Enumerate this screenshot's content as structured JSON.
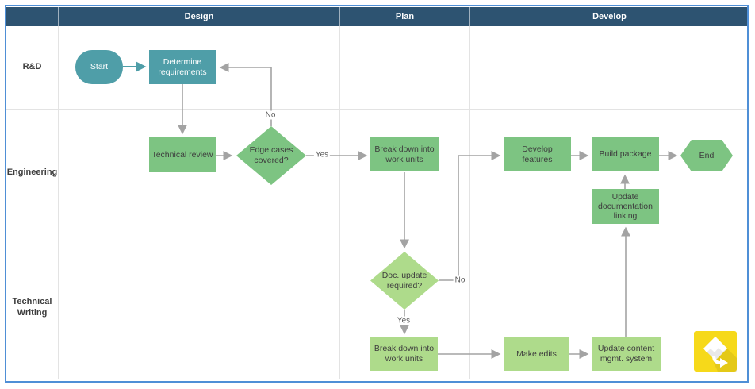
{
  "header": {
    "columns": [
      {
        "label": "Design"
      },
      {
        "label": "Plan"
      },
      {
        "label": "Develop"
      }
    ]
  },
  "lanes": [
    {
      "label": "R&D"
    },
    {
      "label": "Engineering"
    },
    {
      "label": "Technical Writing"
    }
  ],
  "nodes": {
    "start": {
      "label": "Start"
    },
    "determine_requirements": {
      "label": "Determine requirements"
    },
    "technical_review": {
      "label": "Technical review"
    },
    "edge_cases_covered": {
      "label": "Edge cases covered?"
    },
    "break_down_work_units_eng": {
      "label": "Break down into work units"
    },
    "develop_features": {
      "label": "Develop features"
    },
    "build_package": {
      "label": "Build package"
    },
    "end": {
      "label": "End"
    },
    "update_documentation_linking": {
      "label": "Update documentation linking"
    },
    "doc_update_required": {
      "label": "Doc. update required?"
    },
    "break_down_work_units_tw": {
      "label": "Break down into work units"
    },
    "make_edits": {
      "label": "Make edits"
    },
    "update_content_mgmt": {
      "label": "Update content mgmt. system"
    }
  },
  "edge_labels": {
    "edge_cases_no": "No",
    "edge_cases_yes": "Yes",
    "doc_update_no": "No",
    "doc_update_yes": "Yes"
  },
  "colors": {
    "header_bg": "#2D5371",
    "teal": "#4F9EA8",
    "green": "#7DC482",
    "light_green": "#AEDB8B",
    "frame_blue": "#4F8FD6",
    "arrow_gray": "#A3A3A3",
    "grid_gray": "#E3E3E3",
    "logo_yellow": "#F6D91A"
  }
}
